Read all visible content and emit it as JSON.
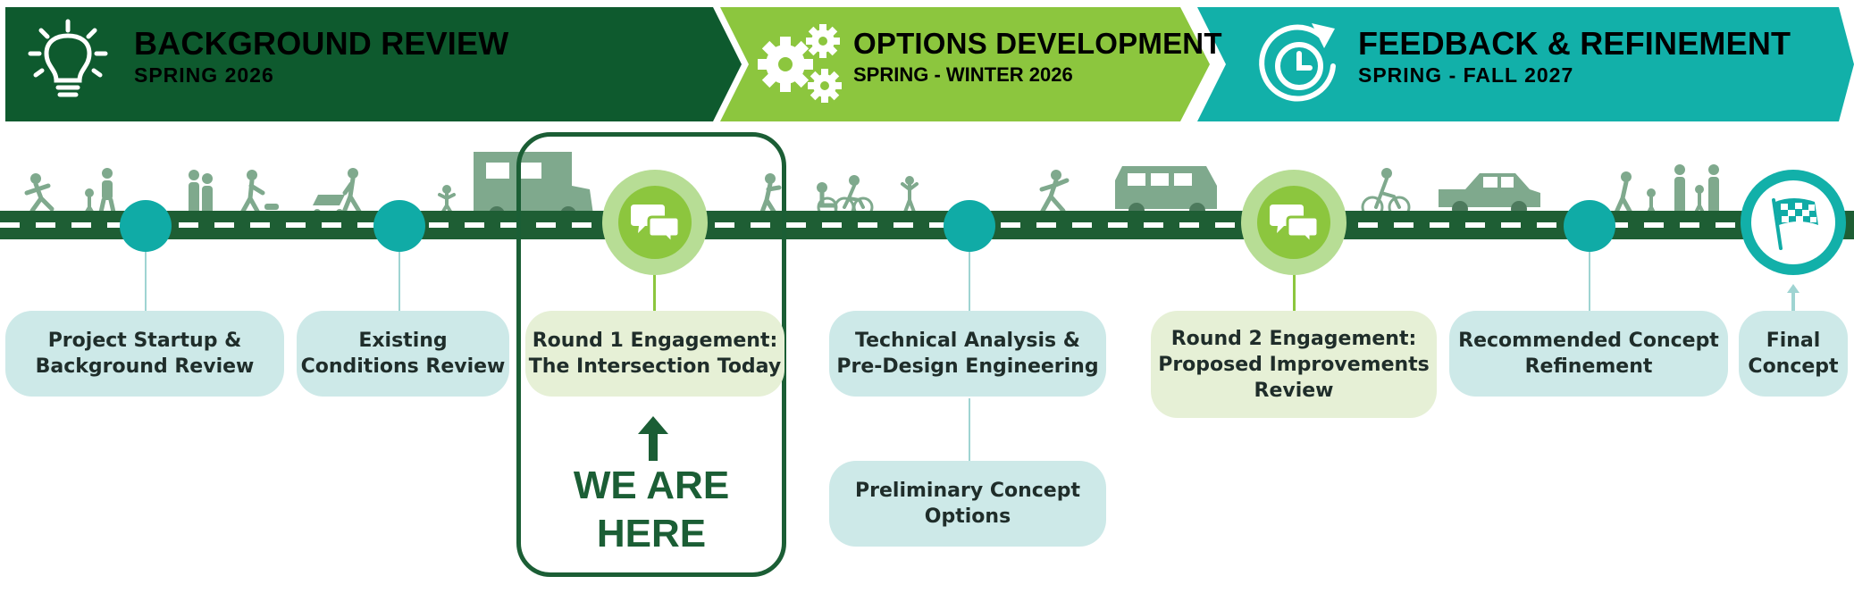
{
  "colors": {
    "background_review": "#0e5a2e",
    "options_development": "#8cc63e",
    "feedback_refinement": "#12b0a9",
    "road": "#1e5e34",
    "node_teal": "#10aba6",
    "box_teal": "#cde9e8",
    "box_green": "#e6f0d6",
    "silhouette": "#7fa98d"
  },
  "phases": [
    {
      "title": "BACKGROUND REVIEW",
      "date": "SPRING 2026",
      "icon": "lightbulb-icon"
    },
    {
      "title": "OPTIONS DEVELOPMENT",
      "date": "SPRING - WINTER 2026",
      "icon": "gears-icon"
    },
    {
      "title": "FEEDBACK & REFINEMENT",
      "date": "SPRING - FALL 2027",
      "icon": "clock-refresh-icon"
    }
  ],
  "steps": {
    "startup": [
      "Project Startup &",
      "Background Review"
    ],
    "existing": [
      "Existing",
      "Conditions Review"
    ],
    "round1": [
      "Round 1 Engagement:",
      "The Intersection Today"
    ],
    "technical": [
      "Technical Analysis &",
      "Pre-Design Engineering"
    ],
    "preliminary": [
      "Preliminary Concept",
      "Options"
    ],
    "round2": [
      "Round 2 Engagement:",
      "Proposed Improvements",
      "Review"
    ],
    "recommended": [
      "Recommended Concept",
      "Refinement"
    ],
    "final": [
      "Final",
      "Concept"
    ]
  },
  "marker": {
    "line1": "WE ARE",
    "line2": "HERE"
  },
  "icons": {
    "engagement": "speech-bubbles-icon",
    "finish": "checkered-flag-icon",
    "marker_arrow": "up-arrow-icon"
  }
}
